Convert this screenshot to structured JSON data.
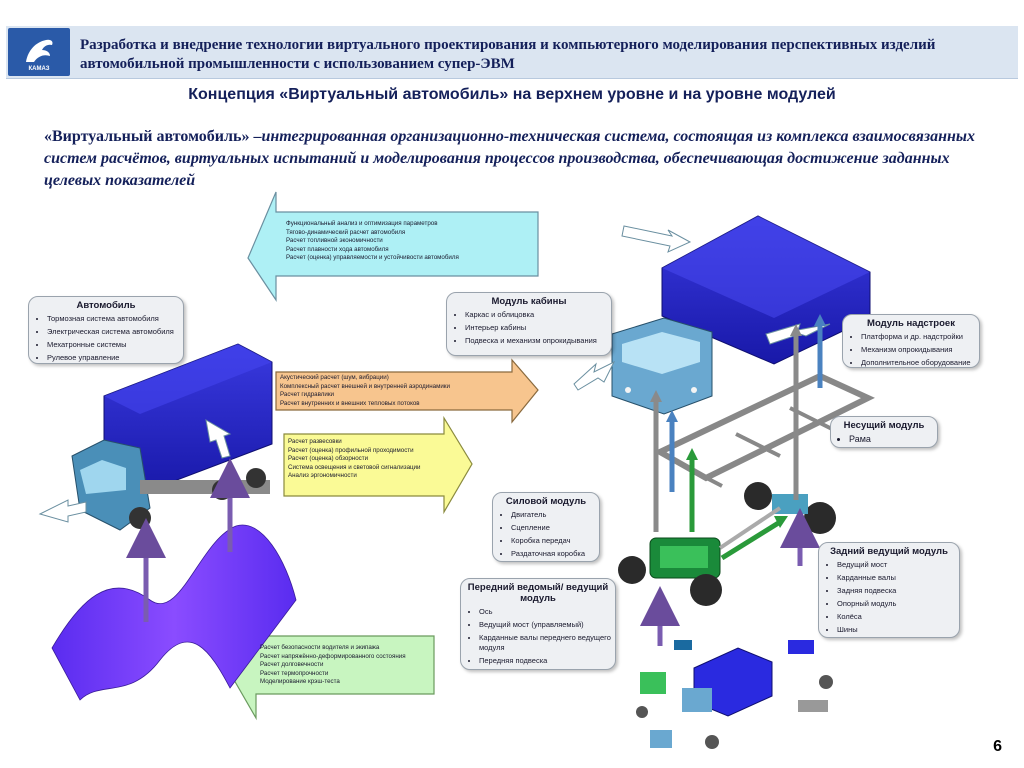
{
  "header": {
    "logo_text": "КАМАЗ",
    "title": "Разработка и внедрение технологии виртуального проектирования и компьютерного моделирования перспективных изделий автомобильной промышленности с использованием супер-ЭВМ"
  },
  "subtitle": "Концепция «Виртуальный автомобиль» на верхнем уровне и на уровне модулей",
  "definition": {
    "term": "«Виртуальный автомобиль» –",
    "text": "интегрированная организационно-техническая система, состоящая из комплекса взаимосвязанных систем расчётов, виртуальных испытаний и моделирования процессов производства, обеспечивающая достижение заданных целевых показателей"
  },
  "arrows": {
    "cyan": [
      "Функциональный анализ и оптимизация параметров",
      "Тягово-динамический расчет автомобиля",
      "Расчет топливной экономичности",
      "Расчет плавности хода автомобиля",
      "Расчет (оценка) управляемости и устойчивости автомобиля"
    ],
    "orange": [
      "Акустический расчет (шум, вибрации)",
      "Комплексный расчет внешней и внутренней аэродинамики",
      "Расчет гидравлики",
      "Расчет внутренних и внешних тепловых потоков"
    ],
    "yellow": [
      "Расчет развесовки",
      "Расчет (оценка) профильной проходимости",
      "Расчет (оценка) обзорности",
      "Система освещения и световой сигнализации",
      "Анализ эргономичности"
    ],
    "green": [
      "Расчет безопасности водителя и экипажа",
      "Расчет напряжённо-деформированного состояния",
      "Расчет долговечности",
      "Расчет термопрочности",
      "Моделирование крэш-теста"
    ]
  },
  "panels": {
    "vehicle": {
      "title": "Автомобиль",
      "items": [
        "Тормозная система автомобиля",
        "Электрическая система автомобиля",
        "Мехатронные системы",
        "Рулевое управление"
      ]
    },
    "cabin": {
      "title": "Модуль кабины",
      "items": [
        "Каркас и облицовка",
        "Интерьер кабины",
        "Подвеска и механизм опрокидывания"
      ]
    },
    "body": {
      "title": "Модуль надстроек",
      "items": [
        "Платформа и др. надстройки",
        "Механизм опрокидывания",
        "Дополнительное оборудование"
      ]
    },
    "frame": {
      "title": "Несущий модуль",
      "items": [
        "Рама"
      ]
    },
    "power": {
      "title": "Силовой модуль",
      "items": [
        "Двигатель",
        "Сцепление",
        "Коробка передач",
        "Раздаточная коробка"
      ]
    },
    "front": {
      "title": "Передний ведомый/ ведущий модуль",
      "items": [
        "Ось",
        "Ведущий мост (управляемый)",
        "Карданные валы переднего ведущего модуля",
        "Передняя подвеска"
      ]
    },
    "rear": {
      "title": "Задний ведущий модуль",
      "items": [
        "Ведущий мост",
        "Карданные валы",
        "Задняя подвеска",
        "Опорный модуль",
        "Колёса",
        "Шины"
      ]
    }
  },
  "colors": {
    "header_bg": "#dbe5f1",
    "title_text": "#14205a",
    "tarp": "#2222cc",
    "cyan_arrow": "#aef0f5",
    "orange_arrow": "#f7c58e",
    "yellow_arrow": "#fafa96",
    "green_arrow": "#c8f5c0",
    "road": "#7b3cff"
  },
  "page_number": "6"
}
